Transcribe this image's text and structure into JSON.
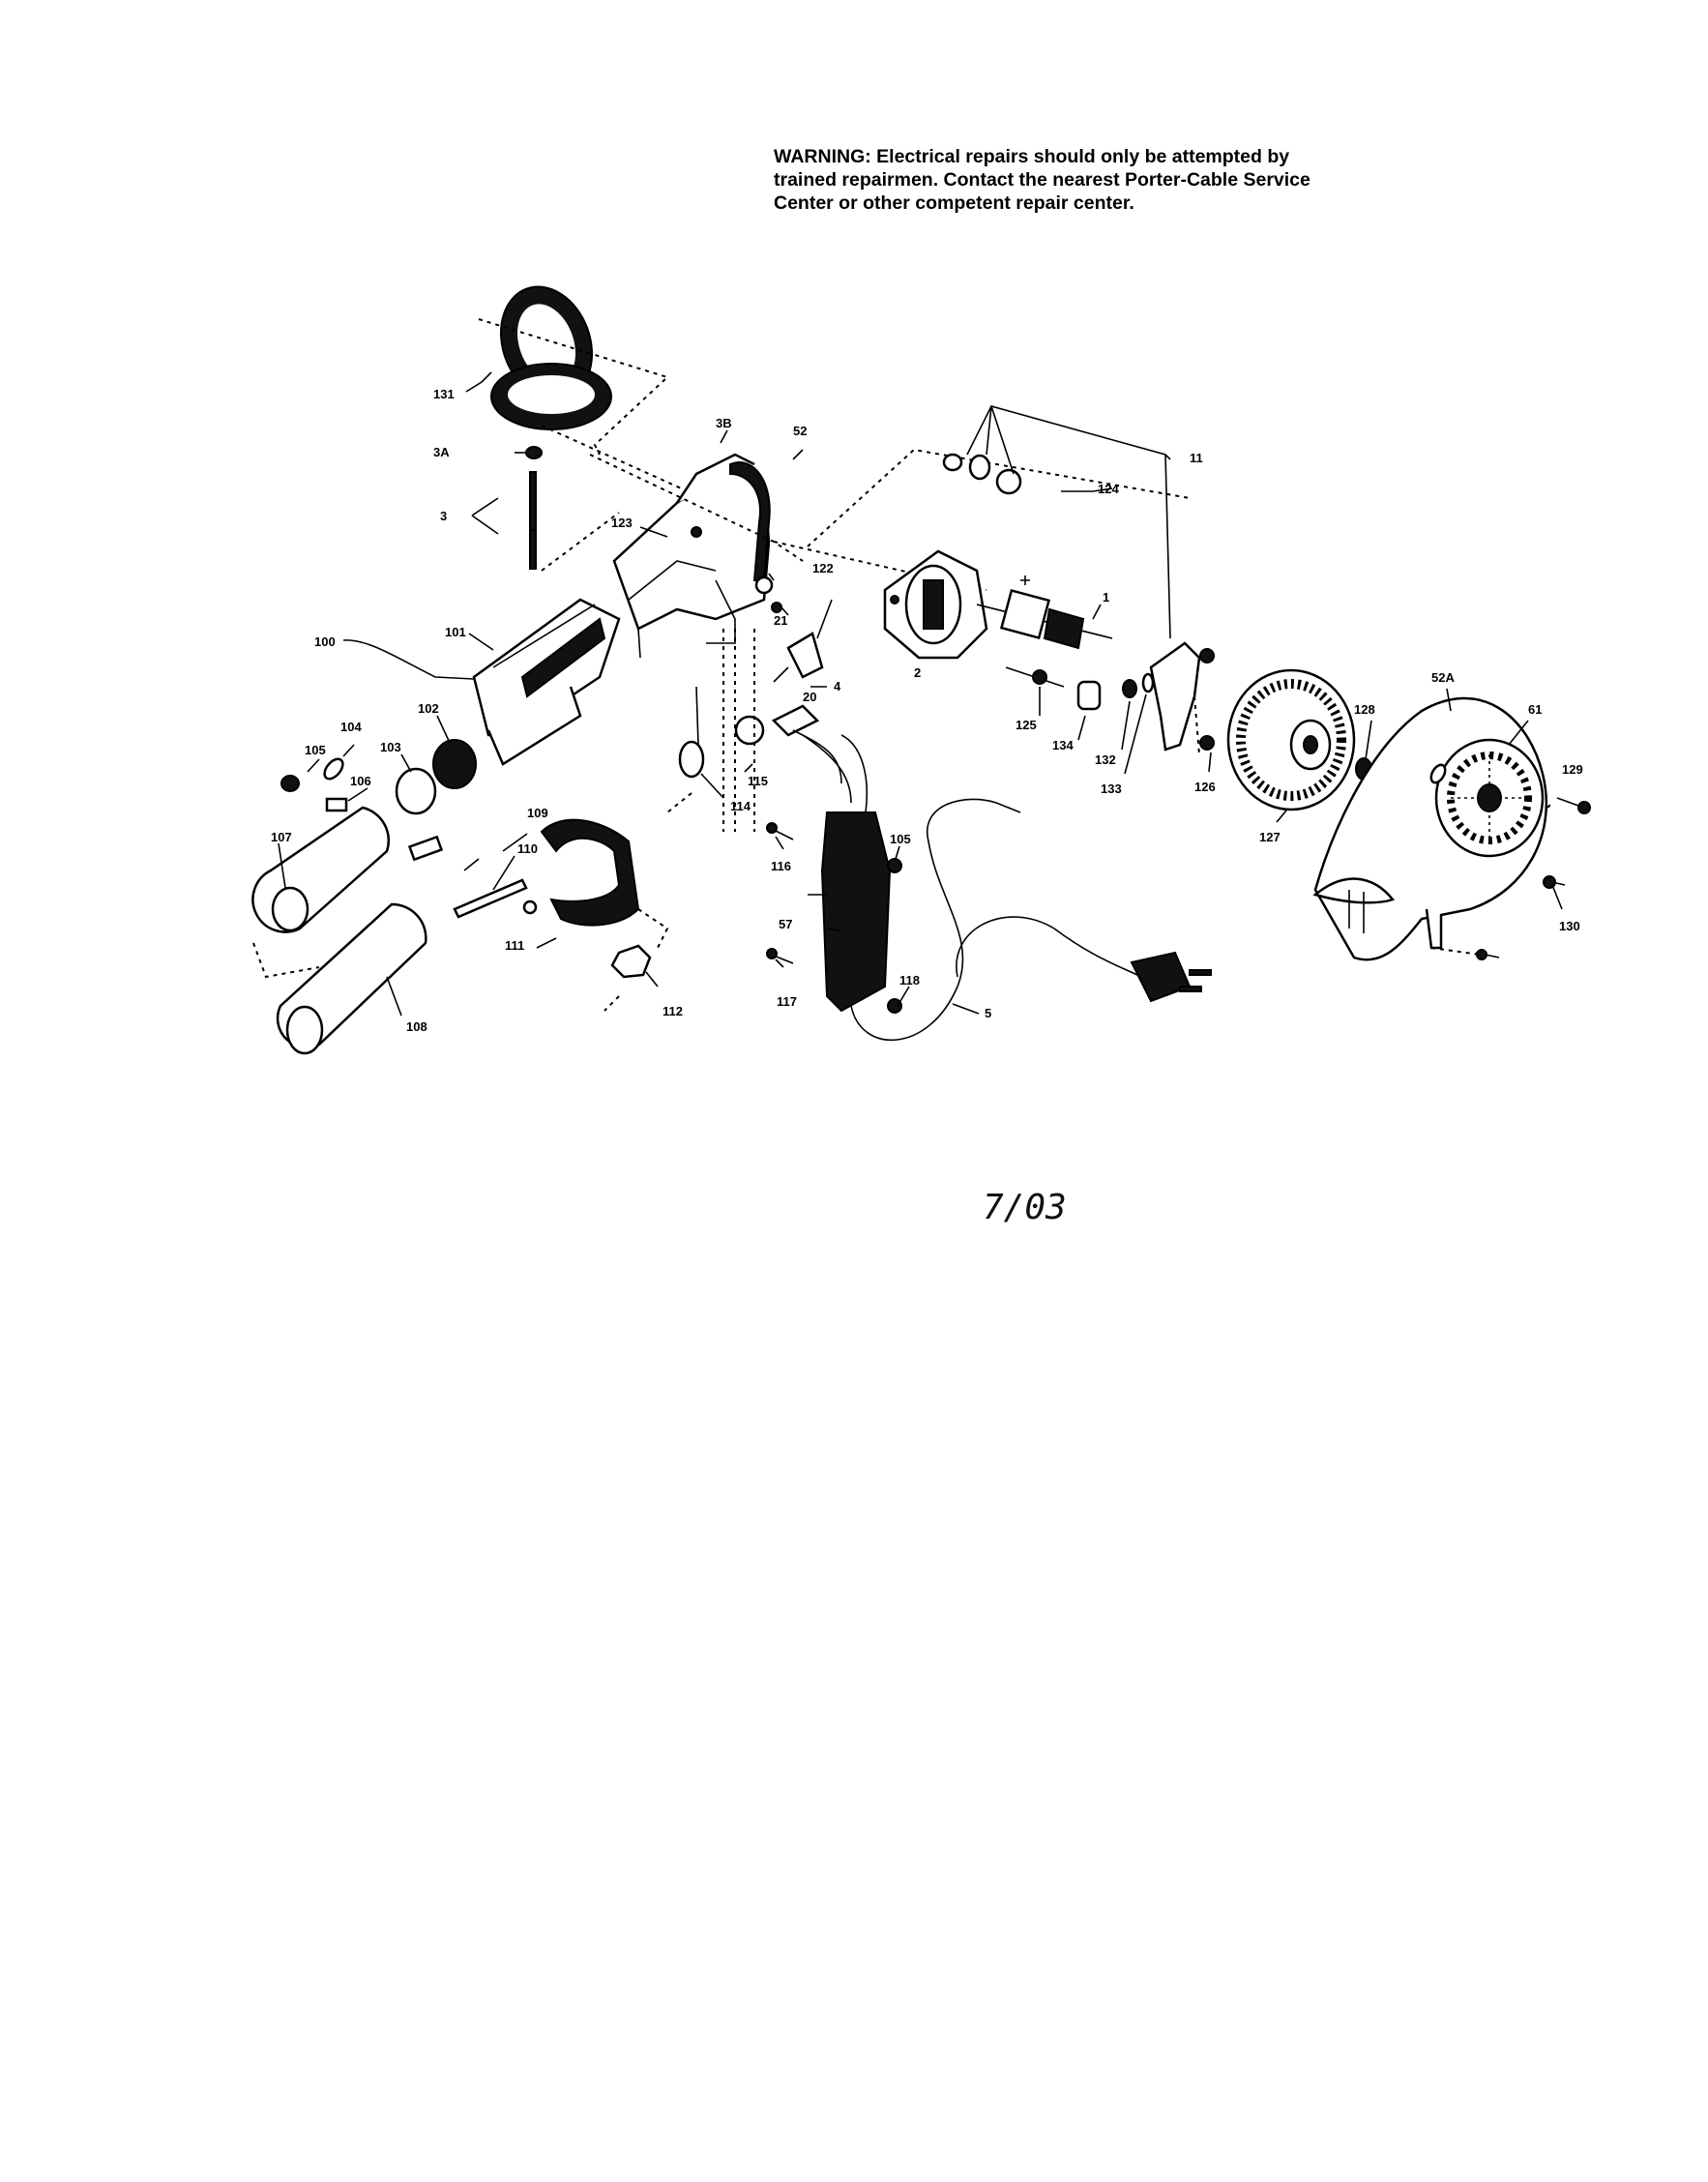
{
  "warning": {
    "line1": "WARNING:  Electrical repairs should only be attempted by",
    "line2": "trained repairmen.  Contact the nearest Porter-Cable Service",
    "line3": "Center or other competent repair center."
  },
  "date_stamp": "7/03",
  "diagram": {
    "callouts": [
      "131",
      "3A",
      "3",
      "3B",
      "52",
      "123",
      "122",
      "21",
      "20",
      "4",
      "100",
      "101",
      "102",
      "103",
      "104",
      "105",
      "106",
      "107",
      "108",
      "109",
      "110",
      "111",
      "112",
      "114",
      "115",
      "116",
      "105",
      "57",
      "117",
      "118",
      "5",
      "11",
      "124",
      "1",
      "2",
      "125",
      "134",
      "132",
      "133",
      "126",
      "127",
      "128",
      "52A",
      "61",
      "129",
      "130"
    ]
  }
}
